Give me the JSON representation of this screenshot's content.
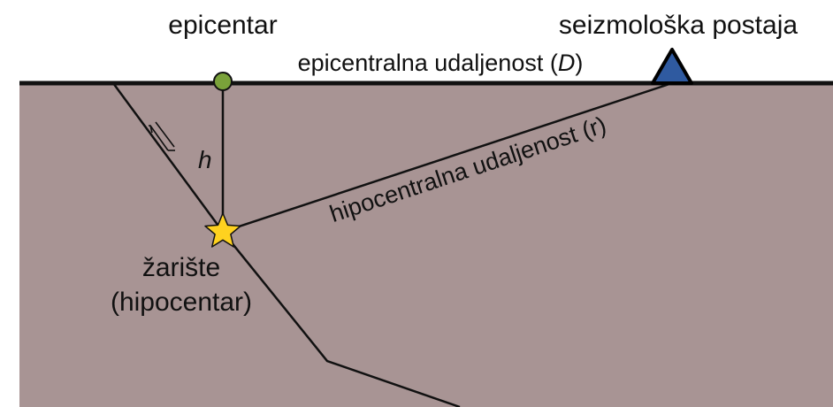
{
  "labels": {
    "epicenter": "epicentar",
    "station": "seizmološka postaja",
    "epicentral_prefix": "epicentralna udaljenost (",
    "epicentral_symbol": "D",
    "epicentral_suffix": ")",
    "depth": "h",
    "hypocentral": "hipocentralna udaljenost (r)",
    "focus_line1": "žarište",
    "focus_line2": "(hipocentar)"
  },
  "colors": {
    "ground": "#a89494",
    "surface_line": "#111111",
    "epicenter_dot": "#7aa23a",
    "station_triangle": "#2f5aa0",
    "hypocenter_star": "#ffd21f"
  },
  "icons": {
    "epicenter": "epicenter-dot-icon",
    "station": "station-triangle-icon",
    "hypocenter": "star-icon",
    "fault_motion": "fault-slip-arrows-icon"
  }
}
